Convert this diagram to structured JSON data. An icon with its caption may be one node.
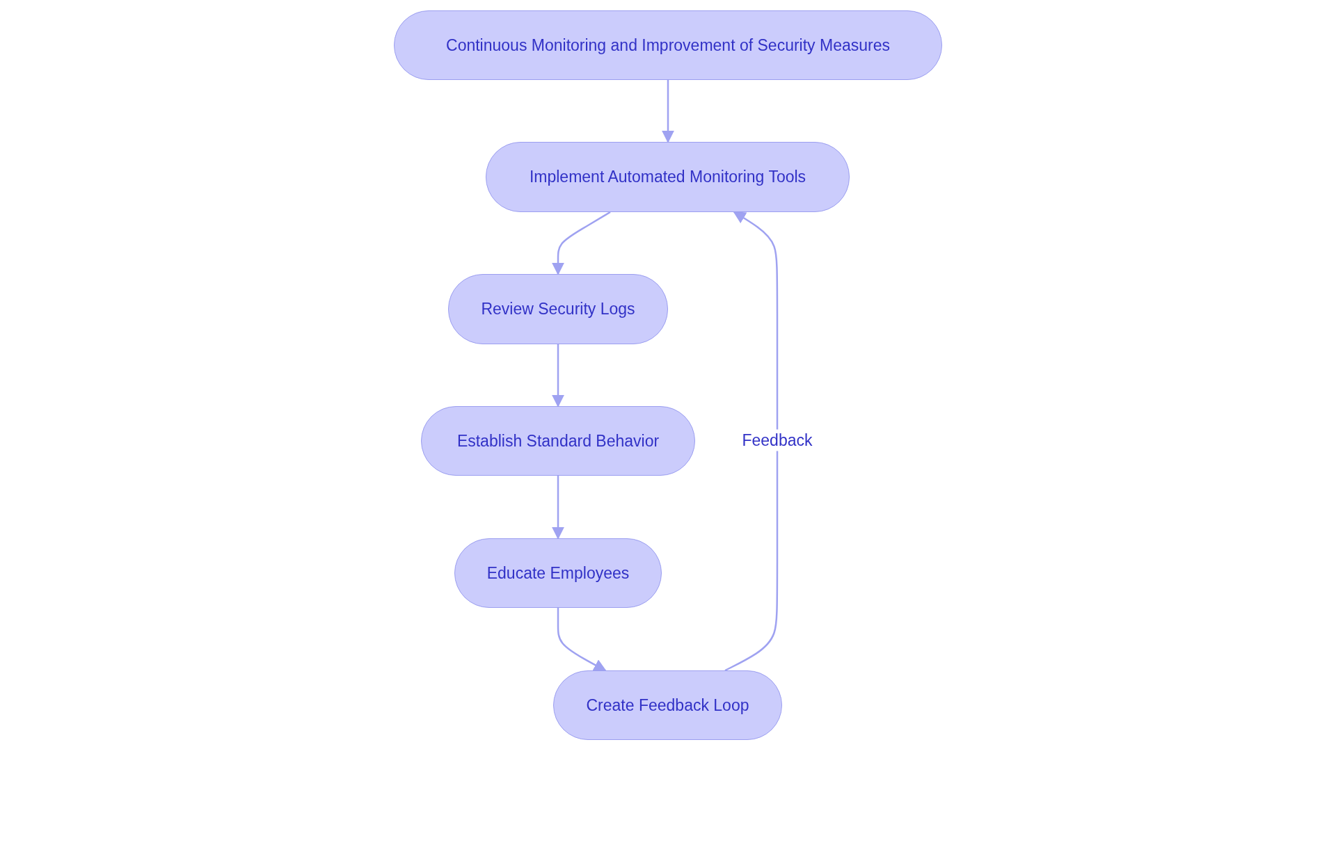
{
  "diagram": {
    "nodes": [
      {
        "text": [
          "Continuous Monitoring and Improvement of Security Measures"
        ]
      },
      {
        "text": [
          "Implement Automated Monitoring Tools"
        ]
      },
      {
        "text": [
          "Review Security Logs"
        ]
      },
      {
        "text": [
          "Establish Standard Behavior"
        ]
      },
      {
        "text": [
          "Educate Employees"
        ]
      },
      {
        "text": [
          "Create Feedback Loop"
        ]
      }
    ],
    "edges": [
      {
        "from": 0,
        "to": 1,
        "arrow": "to"
      },
      {
        "from": 1,
        "to": 2,
        "arrow": "to"
      },
      {
        "from": 2,
        "to": 3,
        "arrow": "to"
      },
      {
        "from": 3,
        "to": 4,
        "arrow": "to"
      },
      {
        "from": 4,
        "to": 5,
        "arrow": "to"
      },
      {
        "from": 5,
        "to": 1,
        "arrow": "to",
        "label": "Feedback"
      }
    ]
  }
}
